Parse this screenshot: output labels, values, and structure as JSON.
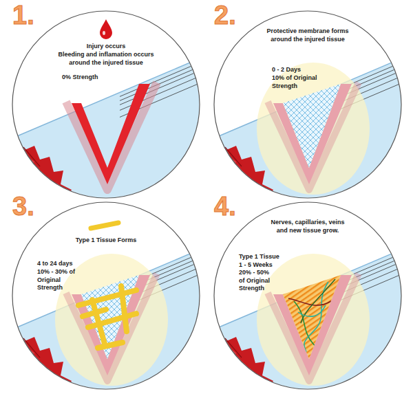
{
  "diagram": {
    "nodes": [
      {
        "text": [
          "1.",
          "Injury occurs",
          "Bleeding and inflamation occurs around the injured tissue",
          "0% Strength"
        ]
      },
      {
        "text": [
          "2.",
          "Protective membrane forms around the injured tissue",
          "0 - 2 Days",
          "10% of Original Strength"
        ]
      },
      {
        "text": [
          "3.",
          "Type 1 Tissue Forms",
          "4 to 24 days",
          "10% - 30% of Original Strength"
        ]
      },
      {
        "text": [
          "4.",
          "Nerves, capillaries, veins and new tissue grow.",
          "Type 1 Tissue",
          "1 - 5 Weeks",
          "20% - 50% of Original Strength"
        ]
      }
    ]
  }
}
